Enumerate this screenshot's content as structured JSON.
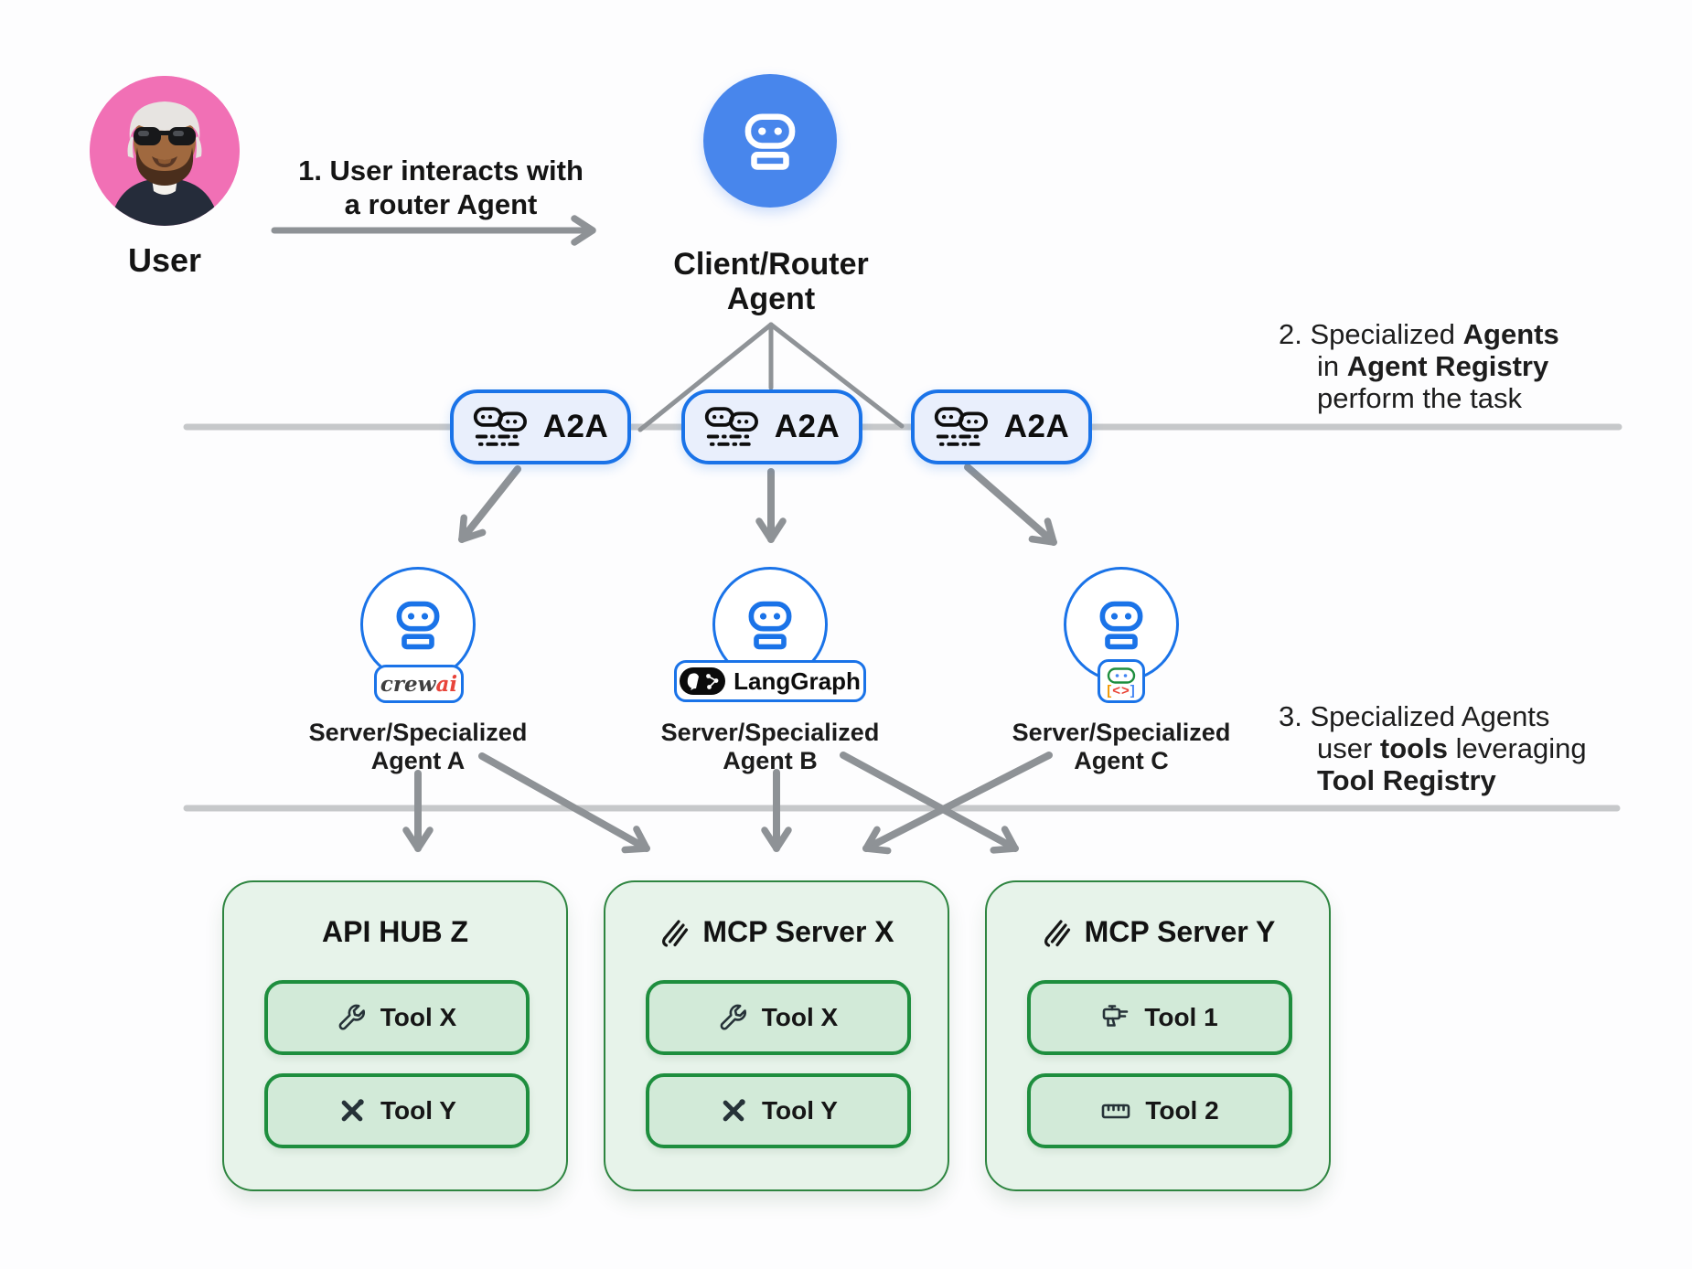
{
  "user": {
    "label": "User"
  },
  "step1": {
    "line1": "1. User interacts with",
    "line2": "a router Agent"
  },
  "router": {
    "label_line1": "Client/Router",
    "label_line2": "Agent"
  },
  "a2a": {
    "labels": [
      "A2A",
      "A2A",
      "A2A"
    ]
  },
  "annotations": {
    "step2": {
      "l1_normal": "2. Specialized ",
      "l1_bold": "Agents",
      "l2_normal": "in ",
      "l2_bold": "Agent Registry",
      "l3_normal": "perform the task"
    },
    "step3": {
      "l1_normal": "3. Specialized Agents",
      "l2_normal1": "user ",
      "l2_bold": "tools",
      "l2_normal2": " leveraging",
      "l3_bold": "Tool Registry"
    }
  },
  "agents": [
    {
      "name_line1": "Server/Specialized",
      "name_line2": "Agent A",
      "framework": {
        "type": "crewai",
        "part_crew": "crew",
        "part_ai": "ai"
      }
    },
    {
      "name_line1": "Server/Specialized",
      "name_line2": "Agent B",
      "framework": {
        "type": "langgraph",
        "text": "LangGraph"
      }
    },
    {
      "name_line1": "Server/Specialized",
      "name_line2": "Agent C",
      "framework": {
        "type": "adk",
        "bracket_open": "[",
        "angle": "<>",
        "bracket_close": "]"
      }
    }
  ],
  "tool_boxes": [
    {
      "title": "API HUB Z",
      "mcp_icon": false,
      "tools": [
        {
          "label": "Tool X",
          "icon": "wrench-icon"
        },
        {
          "label": "Tool Y",
          "icon": "crossed-tools-icon"
        }
      ]
    },
    {
      "title": "MCP Server X",
      "mcp_icon": true,
      "tools": [
        {
          "label": "Tool X",
          "icon": "wrench-icon"
        },
        {
          "label": "Tool Y",
          "icon": "crossed-tools-icon"
        }
      ]
    },
    {
      "title": "MCP Server Y",
      "mcp_icon": true,
      "tools": [
        {
          "label": "Tool 1",
          "icon": "drill-icon"
        },
        {
          "label": "Tool 2",
          "icon": "ruler-icon"
        }
      ]
    }
  ],
  "colors": {
    "accent_blue": "#1a73e8",
    "router_fill": "#4886ec",
    "badge_fill": "#e9effc",
    "green_border": "#2e8540",
    "green_fill": "#e7f3ea",
    "tool_fill": "#d2ead8",
    "tool_border": "#1e8e3e",
    "arrow_gray": "#8e9296",
    "rail_gray": "#c6c8ca",
    "avatar_pink": "#f170b5",
    "crewai_red": "#e8443a"
  }
}
